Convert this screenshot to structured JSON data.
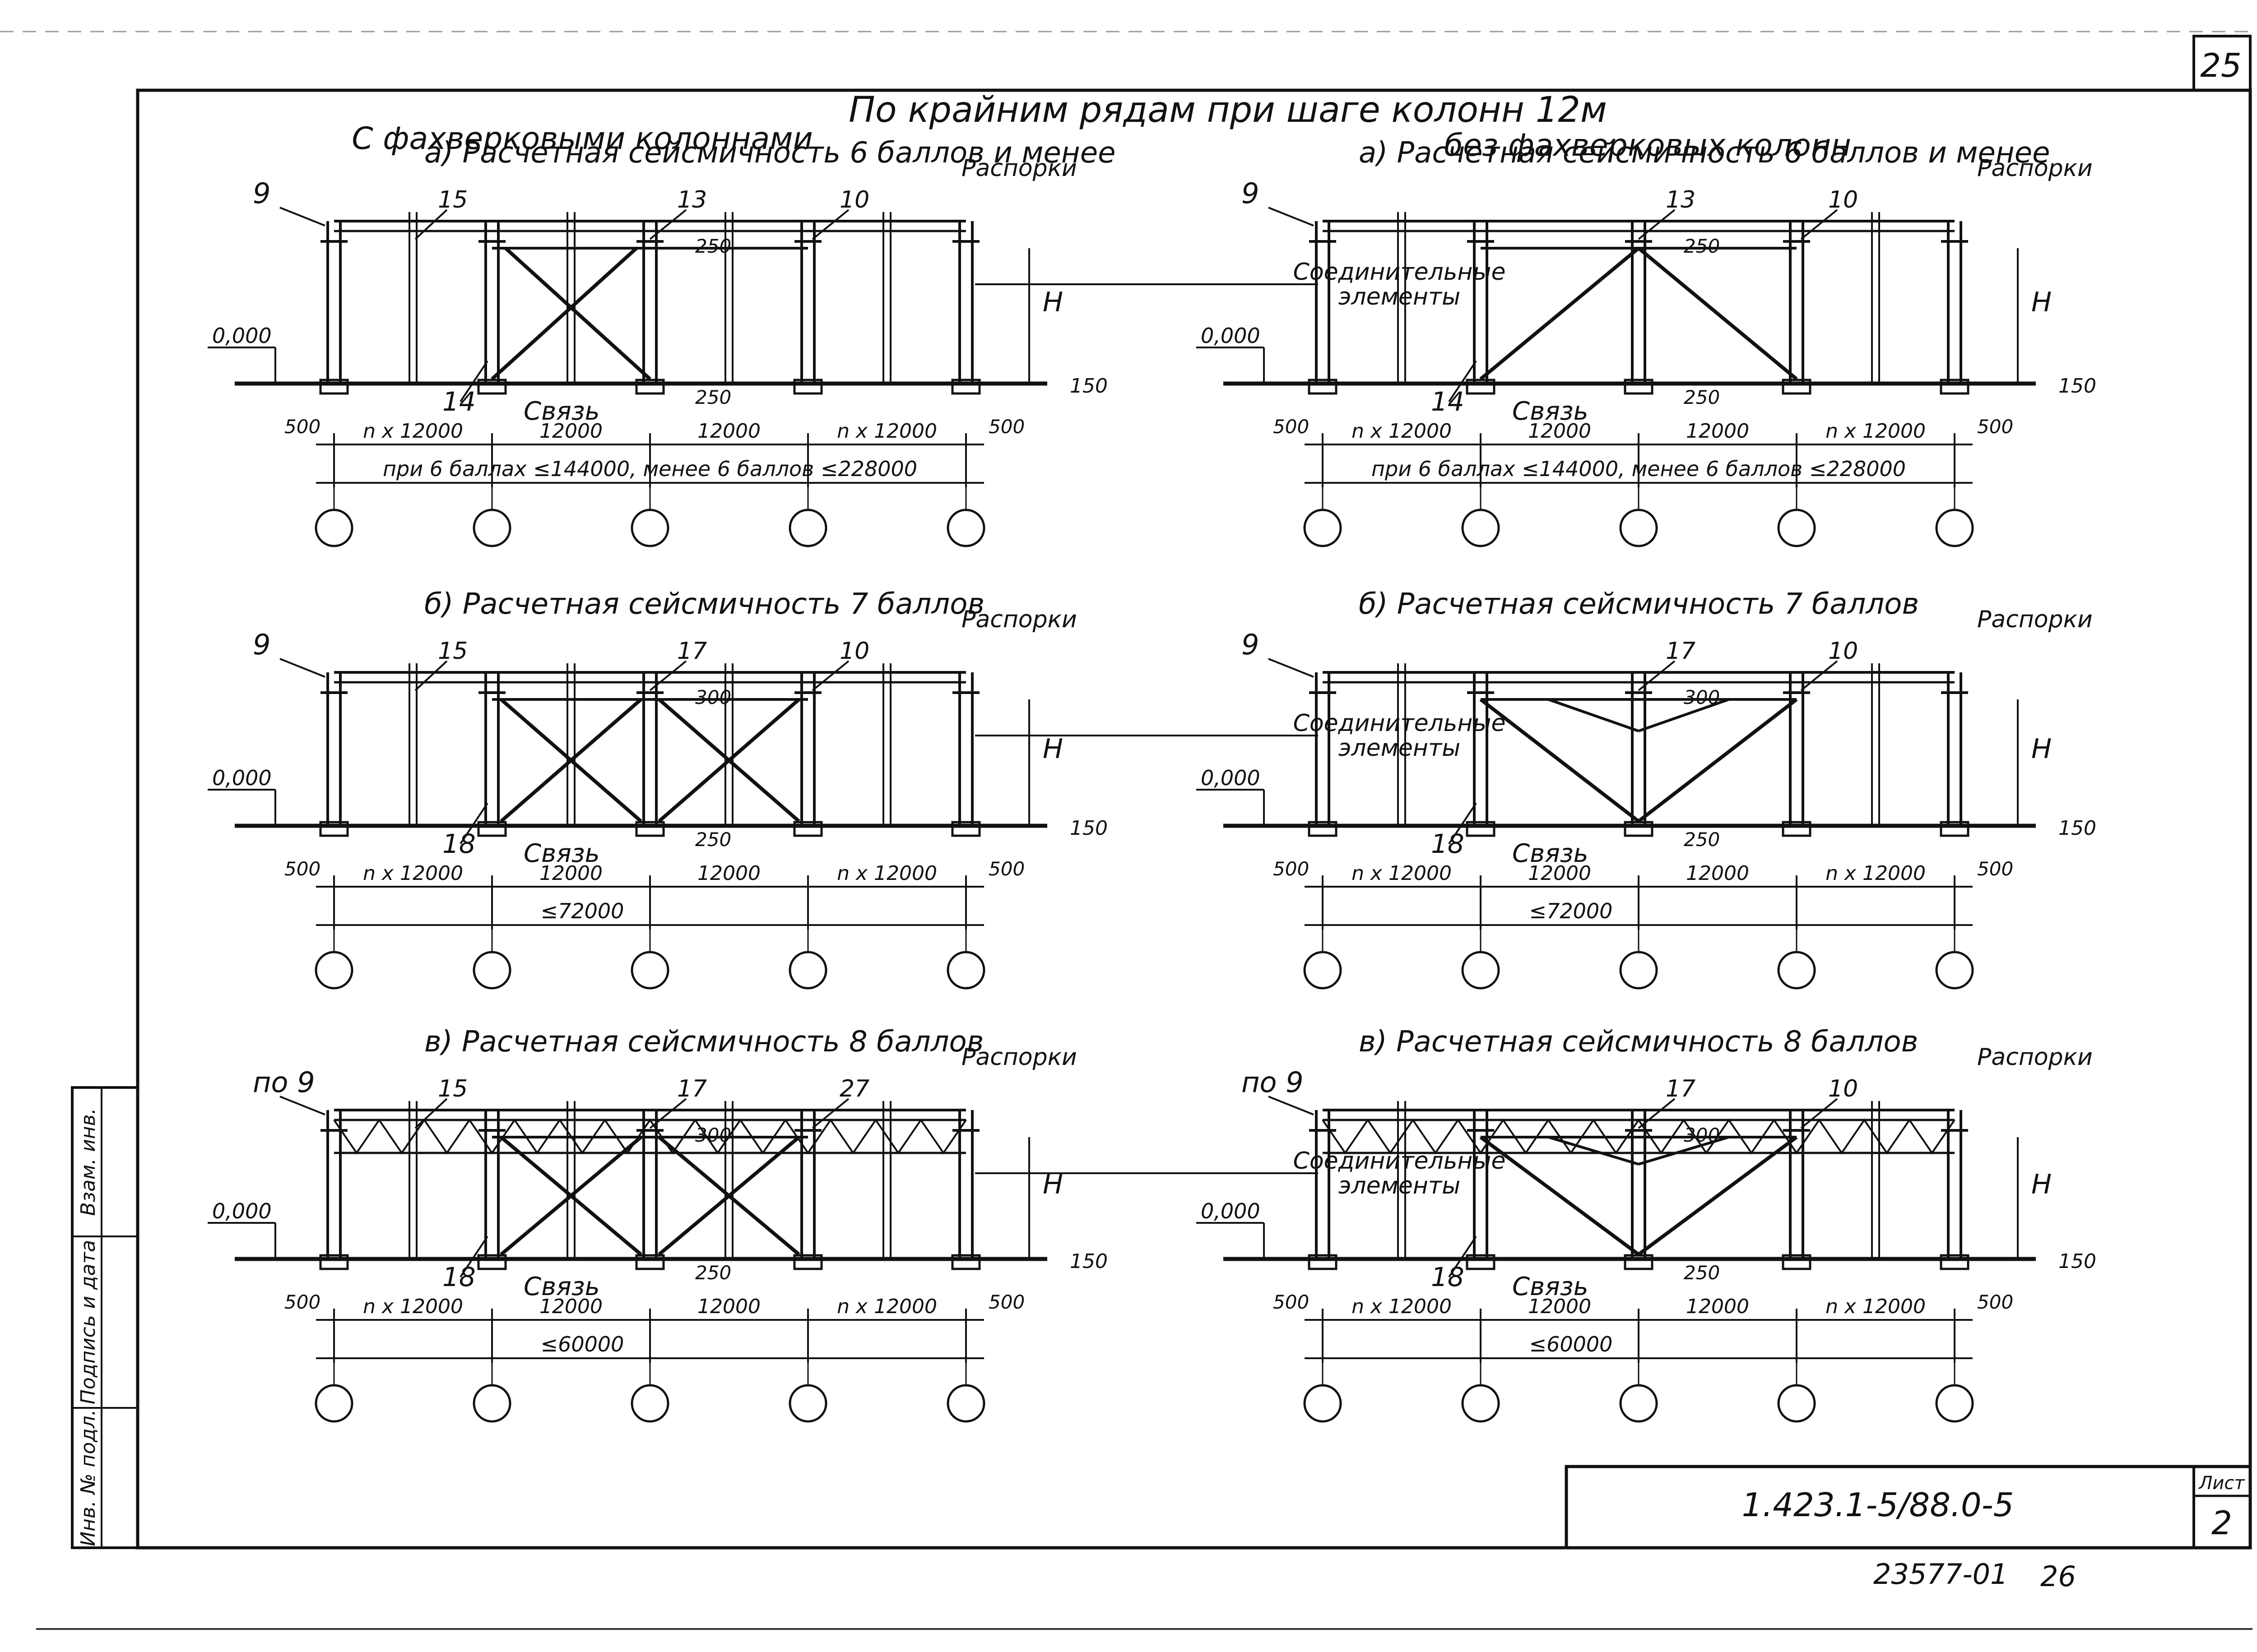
{
  "page_number": "25",
  "main_title": "По крайним рядам при шаге колонн 12м",
  "left_heading": "С фахверковыми колоннами",
  "right_heading": "без фахверковых колонн",
  "panels": [
    {
      "title": "а) Расчетная сейсмичность 6 баллов и менее",
      "raspor": "Распорки",
      "elev": "0,000",
      "mark_top": "9",
      "mark_a": "13",
      "mark_b": "10",
      "mark_c": "15",
      "mark_d": "14",
      "svyaz": "Связь",
      "h": "H",
      "gap": "250",
      "gap2": "250",
      "end_left": "500",
      "end_right": "500",
      "right_dim": "150",
      "spans": [
        "n x 12000",
        "12000",
        "12000",
        "n x 12000"
      ],
      "total": "при 6 баллах ≤144000, менее 6 баллов ≤228000"
    },
    {
      "title": "а) Расчетная сейсмичность 6 баллов и менее",
      "raspor": "Распорки",
      "elev": "0,000",
      "mark_top": "9",
      "mark_a": "13",
      "mark_b": "10",
      "mark_d": "14",
      "svyaz": "Связь",
      "h": "H",
      "gap": "250",
      "gap2": "250",
      "end_left": "500",
      "end_right": "500",
      "right_dim": "150",
      "spans": [
        "n x 12000",
        "12000",
        "12000",
        "n x 12000"
      ],
      "total": "при 6 баллах ≤144000, менее 6 баллов ≤228000"
    },
    {
      "title": "б) Расчетная сейсмичность 7 баллов",
      "raspor": "Распорки",
      "elev": "0,000",
      "mark_top": "9",
      "mark_a": "17",
      "mark_b": "10",
      "mark_c": "15",
      "mark_d": "18",
      "svyaz": "Связь",
      "h": "H",
      "gap": "300",
      "gap2": "250",
      "end_left": "500",
      "end_right": "500",
      "right_dim": "150",
      "spans": [
        "n x 12000",
        "12000",
        "12000",
        "n x 12000"
      ],
      "total": "≤72000"
    },
    {
      "title": "б) Расчетная сейсмичность 7 баллов",
      "raspor": "Распорки",
      "elev": "0,000",
      "mark_top": "9",
      "mark_a": "17",
      "mark_b": "10",
      "mark_d": "18",
      "svyaz": "Связь",
      "h": "H",
      "gap": "300",
      "gap2": "250",
      "end_left": "500",
      "end_right": "500",
      "right_dim": "150",
      "spans": [
        "n x 12000",
        "12000",
        "12000",
        "n x 12000"
      ],
      "total": "≤72000"
    },
    {
      "title": "в) Расчетная сейсмичность 8 баллов",
      "raspor": "Распорки",
      "elev": "0,000",
      "mark_top": "по 9",
      "mark_a": "17",
      "mark_b": "27",
      "mark_c": "15",
      "mark_d": "18",
      "svyaz": "Связь",
      "h": "H",
      "gap": "300",
      "gap2": "250",
      "end_left": "500",
      "end_right": "500",
      "right_dim": "150",
      "spans": [
        "n x 12000",
        "12000",
        "12000",
        "n x 12000"
      ],
      "total": "≤60000"
    },
    {
      "title": "в) Расчетная сейсмичность 8 баллов",
      "raspor": "Распорки",
      "elev": "0,000",
      "mark_top": "по 9",
      "mark_a": "17",
      "mark_b": "10",
      "mark_d": "18",
      "svyaz": "Связь",
      "h": "H",
      "gap": "300",
      "gap2": "250",
      "end_left": "500",
      "end_right": "500",
      "right_dim": "150",
      "spans": [
        "n x 12000",
        "12000",
        "12000",
        "n x 12000"
      ],
      "total": "≤60000"
    }
  ],
  "connectors": "Соединительные элементы",
  "side_labels": [
    "Взам. инв.",
    "Подпись и дата",
    "Инв. № подл."
  ],
  "doc_code": "1.423.1-5/88.0-5",
  "sheet_label": "Лист",
  "sheet_number": "2",
  "archive_number": "23577-01",
  "archive_page": "26"
}
